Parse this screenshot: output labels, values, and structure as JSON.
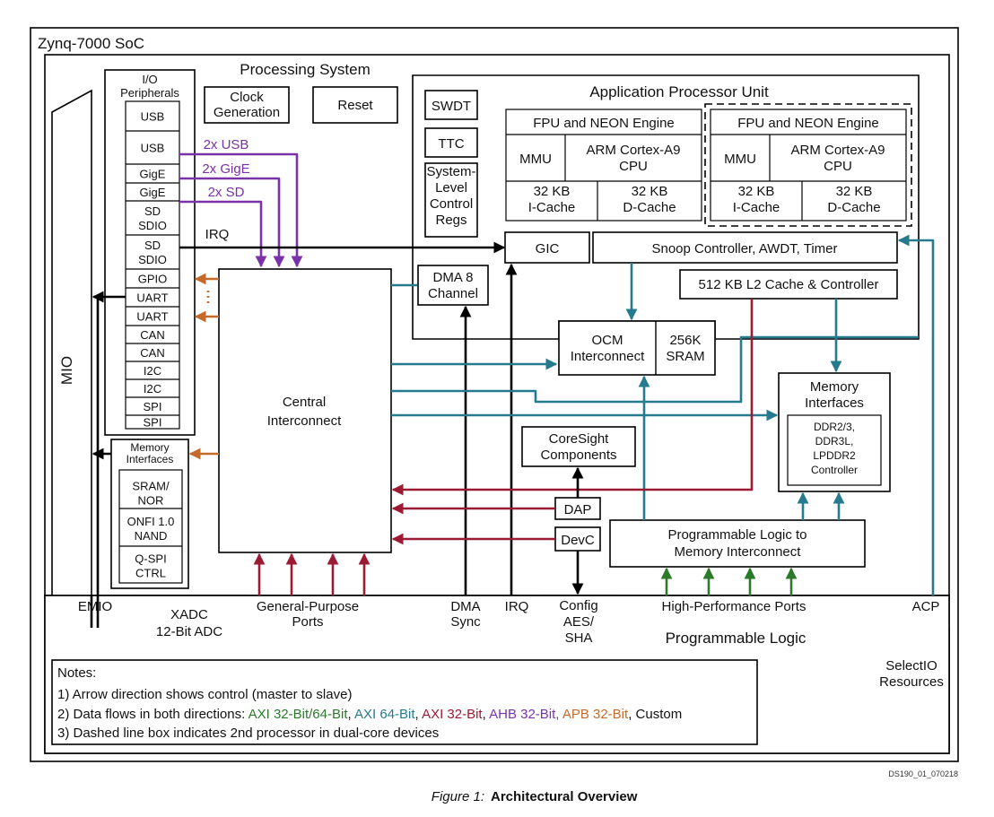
{
  "soc_title": "Zynq-7000 SoC",
  "ps": {
    "title": "Processing System",
    "io_title": [
      "I/O",
      "Peripherals"
    ],
    "io_items": [
      [
        "USB"
      ],
      [
        "USB"
      ],
      [
        "GigE"
      ],
      [
        "GigE"
      ],
      [
        "SD",
        "SDIO"
      ],
      [
        "SD",
        "SDIO"
      ],
      [
        "GPIO"
      ],
      [
        "UART"
      ],
      [
        "UART"
      ],
      [
        "CAN"
      ],
      [
        "CAN"
      ],
      [
        "I2C"
      ],
      [
        "I2C"
      ],
      [
        "SPI"
      ],
      [
        "SPI"
      ]
    ],
    "clock": [
      "Clock",
      "Generation"
    ],
    "reset": "Reset",
    "mio": "MIO",
    "mem_if_title": [
      "Memory",
      "Interfaces"
    ],
    "mem_if_items": [
      [
        "SRAM/",
        "NOR"
      ],
      [
        "ONFI 1.0",
        "NAND"
      ],
      [
        "Q-SPI",
        "CTRL"
      ]
    ],
    "central": [
      "Central",
      "Interconnect"
    ],
    "flows": {
      "usb": "2x USB",
      "gige": "2x GigE",
      "sd": "2x SD",
      "irq": "IRQ"
    },
    "swdt": "SWDT",
    "ttc": "TTC",
    "slcr": [
      "System-",
      "Level",
      "Control",
      "Regs"
    ],
    "dma": [
      "DMA 8",
      "Channel"
    ],
    "gic": "GIC",
    "coresight": [
      "CoreSight",
      "Components"
    ],
    "dap": "DAP",
    "devc": "DevC",
    "ocm": [
      "OCM",
      "Interconnect"
    ],
    "sram": [
      "256K",
      "SRAM"
    ],
    "ddr_title": [
      "Memory",
      "Interfaces"
    ],
    "ddr": [
      "DDR2/3,",
      "DDR3L,",
      "LPDDR2",
      "Controller"
    ],
    "pl_mem": [
      "Programmable Logic to",
      "Memory Interconnect"
    ]
  },
  "apu": {
    "title": "Application Processor Unit",
    "fpu": "FPU and NEON Engine",
    "mmu": "MMU",
    "cpu": [
      "ARM Cortex-A9",
      "CPU"
    ],
    "icache": [
      "32 KB",
      "I-Cache"
    ],
    "dcache": [
      "32 KB",
      "D-Cache"
    ],
    "snoop": "Snoop Controller, AWDT, Timer",
    "l2": "512 KB L2 Cache & Controller"
  },
  "pl": {
    "emio": "EMIO",
    "xadc": [
      "XADC",
      "12-Bit ADC"
    ],
    "gp_ports": [
      "General-Purpose",
      "Ports"
    ],
    "dma_sync": [
      "DMA",
      "Sync"
    ],
    "irq": "IRQ",
    "config": [
      "Config",
      "AES/",
      "SHA"
    ],
    "hp_ports": "High-Performance Ports",
    "acp": "ACP",
    "title": "Programmable Logic",
    "selectio": [
      "SelectIO",
      "Resources"
    ]
  },
  "notes": {
    "heading": "Notes:",
    "line1": "1) Arrow direction shows control (master to slave)",
    "line2_prefix": "2) Data flows in both directions: ",
    "line2_parts": [
      {
        "text": "AXI 32-Bit/64-Bit",
        "color": "#2a7a2a"
      },
      {
        "text": ", ",
        "color": "#111111"
      },
      {
        "text": "AXI 64-Bit",
        "color": "#267a8e"
      },
      {
        "text": ", ",
        "color": "#111111"
      },
      {
        "text": "AXI 32-Bit",
        "color": "#9a1b33"
      },
      {
        "text": ", ",
        "color": "#111111"
      },
      {
        "text": "AHB 32-Bit, ",
        "color": "#7a32a8"
      },
      {
        "text": "APB 32-Bit",
        "color": "#c46a2a"
      },
      {
        "text": ", Custom",
        "color": "#111111"
      }
    ],
    "line3": "3) Dashed line box indicates 2nd processor in dual-core devices"
  },
  "doc_id": "DS190_01_070218",
  "caption": {
    "figure": "Figure 1:",
    "title": "Architectural Overview"
  },
  "colors": {
    "axi_32_64": "#2a7a2a",
    "axi_64": "#267a8e",
    "axi_32": "#9a1b33",
    "ahb_32": "#7a32a8",
    "apb_32": "#c46a2a",
    "custom": "#000000"
  }
}
